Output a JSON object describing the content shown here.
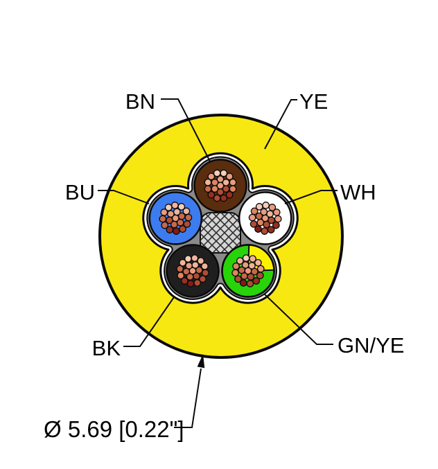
{
  "diagram": {
    "type": "cable-cross-section",
    "description": "5-wire cable cross section with yellow jacket",
    "labels": {
      "bn": "BN",
      "ye": "YE",
      "bu": "BU",
      "wh": "WH",
      "bk": "BK",
      "gnye": "GN/YE"
    },
    "diameter_note": "Ø 5.69 [0.22\"]",
    "colors": {
      "jacket": "#F7E812",
      "line": "#0A0A0A",
      "band_white": "#FFFFFF",
      "interstitial": "#8A8A8A",
      "filler_fill": "#D5D5D5",
      "filler_hatch": "#2E2E2E",
      "text": "#000000"
    },
    "conductors": [
      {
        "id": "bn",
        "label": "BN",
        "color": "#5A2D0E",
        "angle_deg": 90
      },
      {
        "id": "wh",
        "label": "WH",
        "color": "#FFFFFF",
        "angle_deg": 18
      },
      {
        "id": "gnye",
        "label": "GN/YE",
        "color": "#28D30A",
        "angle_deg": 306,
        "wedge_color": "#FAF202"
      },
      {
        "id": "bk",
        "label": "BK",
        "color": "#1F1F1F",
        "angle_deg": 234
      },
      {
        "id": "bu",
        "label": "BU",
        "color": "#3D7CEE",
        "angle_deg": 162
      }
    ],
    "strands_per_conductor": 19,
    "strand_palette": [
      "#F4CDB8",
      "#EFB49A",
      "#E89C7E",
      "#DE8460",
      "#C6684A",
      "#AE4C34",
      "#962F22",
      "#7E1E14"
    ]
  }
}
